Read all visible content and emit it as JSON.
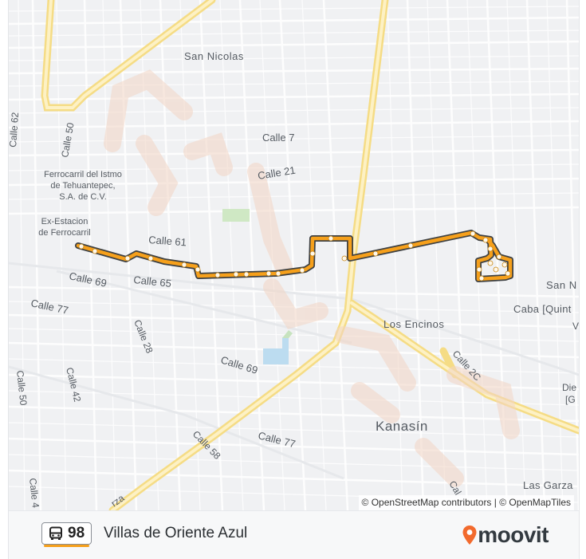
{
  "map": {
    "labels": {
      "san_nicolas": "San Nicolas",
      "calle_7": "Calle 7",
      "calle_21": "Calle 21",
      "calle_61": "Calle 61",
      "calle_65": "Calle 65",
      "calle_69_w": "Calle 69",
      "calle_69_c": "Calle 69",
      "calle_77_w": "Calle 77",
      "calle_77_s": "Calle 77",
      "calle_62": "Calle 62",
      "calle_50_n": "Calle 50",
      "calle_50_s": "Calle 50",
      "calle_42": "Calle 42",
      "calle_28": "Calle 28",
      "calle_58": "Calle 58",
      "calle_2c": "Calle 2C",
      "ferrocarril_1": "Ferrocarril del Istmo",
      "ferrocarril_2": "de Tehuantepec,",
      "ferrocarril_3": "S.A. de C.V.",
      "exestacion_1": "Ex-Estacion",
      "exestacion_2": "de Ferrocarril",
      "los_encinos": "Los Encinos",
      "kanasin": "Kanasín",
      "san_n": "San N",
      "caba_quint": "Caba [Quint",
      "v_fragment": "V",
      "die_fragment": "Die",
      "g_fragment": "[G",
      "las_garza": "Las Garza",
      "cal_fragment": "Cal",
      "calle_4_fragment": "Calle 4",
      "rza_fragment": "rza"
    },
    "route_color": "#f6a01b",
    "attribution": "© OpenStreetMap contributors | © OpenMapTiles"
  },
  "footer": {
    "route_number": "98",
    "route_name": "Villas de Oriente Azul",
    "logo_text": "moovit",
    "icon": "bus-icon",
    "logo_icon": "map-pin-icon"
  }
}
